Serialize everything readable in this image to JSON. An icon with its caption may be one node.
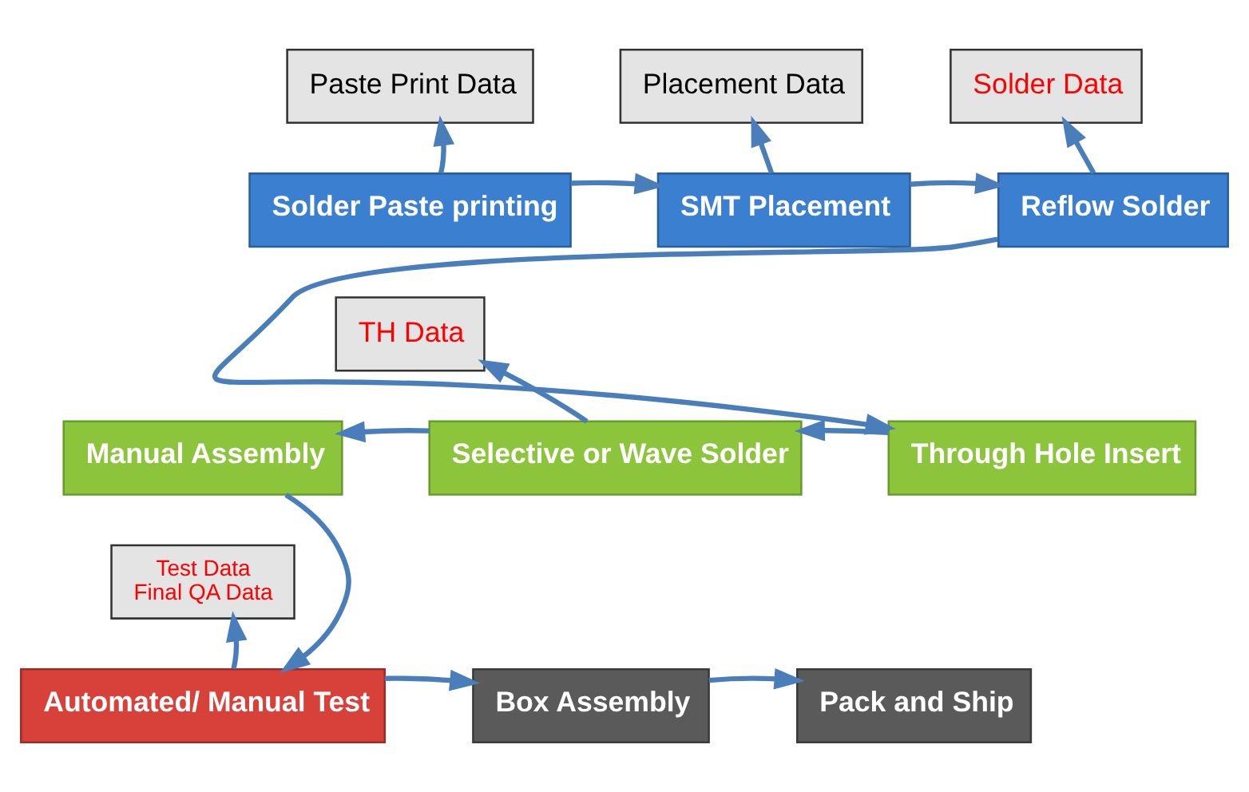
{
  "diagram": {
    "nodes": [
      {
        "text": [
          "Solder Paste printing"
        ]
      },
      {
        "text": [
          "Paste Print Data"
        ]
      },
      {
        "text": [
          "SMT Placement"
        ]
      },
      {
        "text": [
          "Placement Data"
        ]
      },
      {
        "text": [
          "Reflow Solder"
        ]
      },
      {
        "text": [
          "Solder Data"
        ]
      },
      {
        "text": [
          "TH Data"
        ]
      },
      {
        "text": [
          "Manual Assembly"
        ]
      },
      {
        "text": [
          "Selective or Wave Solder"
        ]
      },
      {
        "text": [
          "Through Hole Insert"
        ]
      },
      {
        "text": [
          "Test Data",
          "Final QA Data"
        ]
      },
      {
        "text": [
          "Automated/ Manual Test"
        ]
      },
      {
        "text": [
          "Box Assembly"
        ]
      },
      {
        "text": [
          "Pack and Ship"
        ]
      }
    ],
    "edges": [
      {
        "from": 0,
        "to": 2,
        "arrow": "to"
      },
      {
        "from": 0,
        "to": 1,
        "arrow": "to"
      },
      {
        "from": 2,
        "to": 4,
        "arrow": "to"
      },
      {
        "from": 2,
        "to": 3,
        "arrow": "to"
      },
      {
        "from": 4,
        "to": 5,
        "arrow": "to"
      },
      {
        "from": 4,
        "to": 9,
        "arrow": "to"
      },
      {
        "from": 9,
        "to": 8,
        "arrow": "to"
      },
      {
        "from": 8,
        "to": 7,
        "arrow": "to"
      },
      {
        "from": 8,
        "to": 6,
        "arrow": "to"
      },
      {
        "from": 7,
        "to": 11,
        "arrow": "to"
      },
      {
        "from": 11,
        "to": 12,
        "arrow": "to"
      },
      {
        "from": 11,
        "to": 10,
        "arrow": "to"
      },
      {
        "from": 12,
        "to": 13,
        "arrow": "to"
      }
    ]
  }
}
